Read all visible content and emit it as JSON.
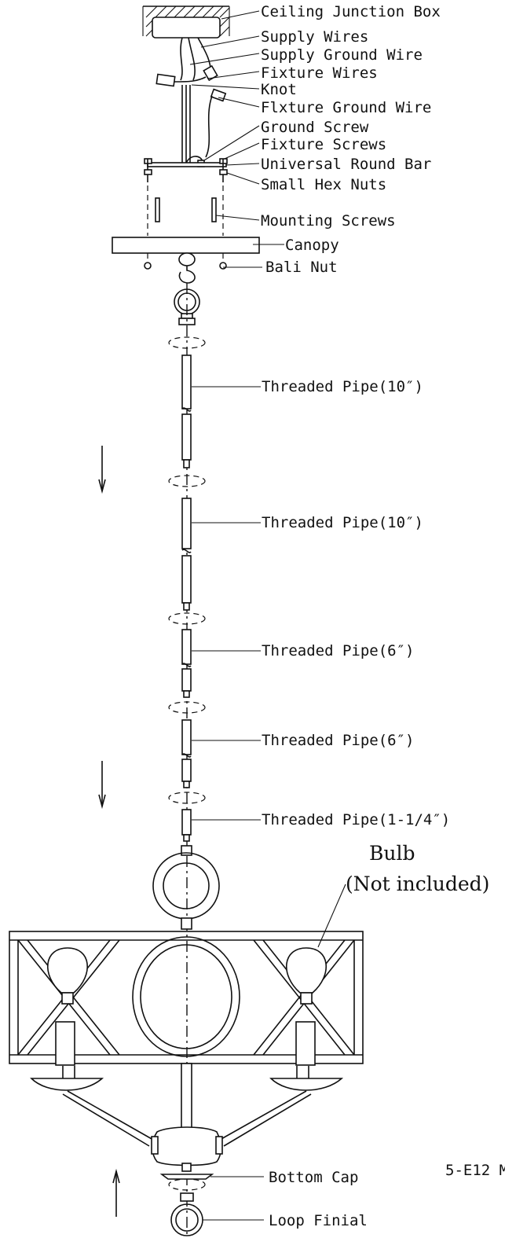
{
  "labels": {
    "ceiling_junction_box": "Ceiling Junction Box",
    "supply_wires": "Supply Wires",
    "supply_ground_wire": "Supply Ground Wire",
    "fixture_wires": "Fixture Wires",
    "knot": "Knot",
    "fixture_ground_wire": "Flxture Ground Wire",
    "ground_screw": "Ground Screw",
    "fixture_screws": "Fixture Screws",
    "universal_round_bar": "Universal Round Bar",
    "small_hex_nuts": "Small Hex Nuts",
    "mounting_screws": "Mounting Screws",
    "canopy": "Canopy",
    "bali_nut": "Bali Nut",
    "threaded_pipe_1": "Threaded Pipe(10″)",
    "threaded_pipe_2": "Threaded Pipe(10″)",
    "threaded_pipe_3": "Threaded Pipe(6″)",
    "threaded_pipe_4": "Threaded Pipe(6″)",
    "threaded_pipe_5": "Threaded Pipe(1-1/4″)",
    "bulb": "Bulb",
    "bulb_note": "(Not included)",
    "model_code": "5-E12 M",
    "bottom_cap": "Bottom Cap",
    "loop_finial": "Loop Finial"
  }
}
